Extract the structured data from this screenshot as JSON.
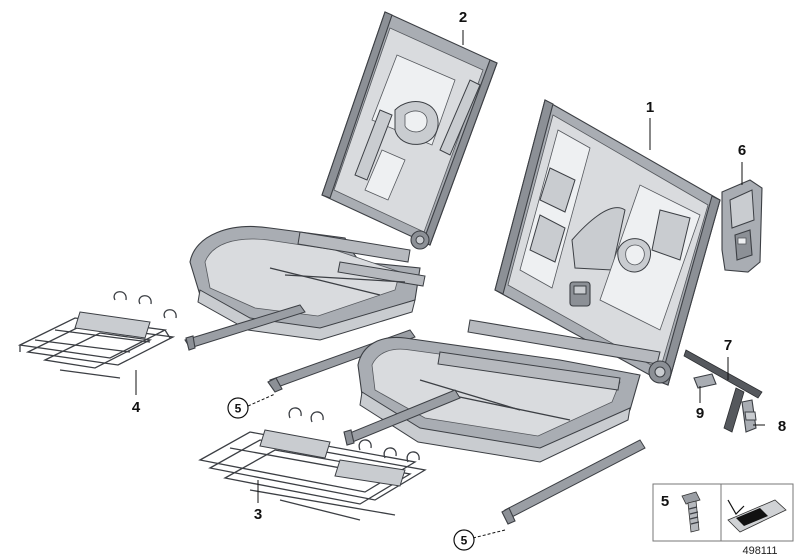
{
  "callouts": {
    "part_1": "1",
    "part_2": "2",
    "part_3": "3",
    "part_4": "4",
    "part_5_upper": "5",
    "part_5_lower": "5",
    "part_6": "6",
    "part_7": "7",
    "part_8": "8",
    "part_9": "9"
  },
  "legend": {
    "part_number": "5"
  },
  "document_number": "498111"
}
